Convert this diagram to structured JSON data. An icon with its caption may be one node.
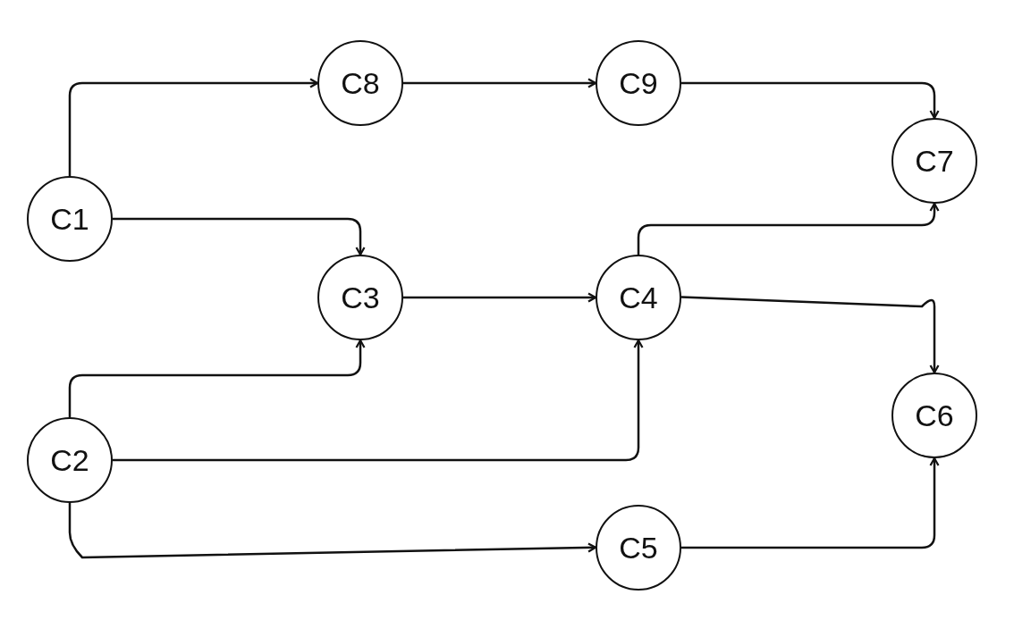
{
  "diagram": {
    "nodes": [
      {
        "text": [
          "C8"
        ]
      },
      {
        "text": [
          "C9"
        ]
      },
      {
        "text": [
          "C7"
        ]
      },
      {
        "text": [
          "C1"
        ]
      },
      {
        "text": [
          "C3"
        ]
      },
      {
        "text": [
          "C4"
        ]
      },
      {
        "text": [
          "C6"
        ]
      },
      {
        "text": [
          "C2"
        ]
      },
      {
        "text": [
          "C5"
        ]
      }
    ],
    "edges": [
      {
        "from": 3,
        "to": 0,
        "arrow": "to"
      },
      {
        "from": 0,
        "to": 1,
        "arrow": "to"
      },
      {
        "from": 1,
        "to": 2,
        "arrow": "to"
      },
      {
        "from": 3,
        "to": 4,
        "arrow": "to"
      },
      {
        "from": 4,
        "to": 5,
        "arrow": "to"
      },
      {
        "from": 5,
        "to": 2,
        "arrow": "to"
      },
      {
        "from": 5,
        "to": 6,
        "arrow": "to"
      },
      {
        "from": 7,
        "to": 4,
        "arrow": "to"
      },
      {
        "from": 7,
        "to": 5,
        "arrow": "to"
      },
      {
        "from": 7,
        "to": 8,
        "arrow": "to"
      },
      {
        "from": 8,
        "to": 6,
        "arrow": "to"
      }
    ]
  }
}
